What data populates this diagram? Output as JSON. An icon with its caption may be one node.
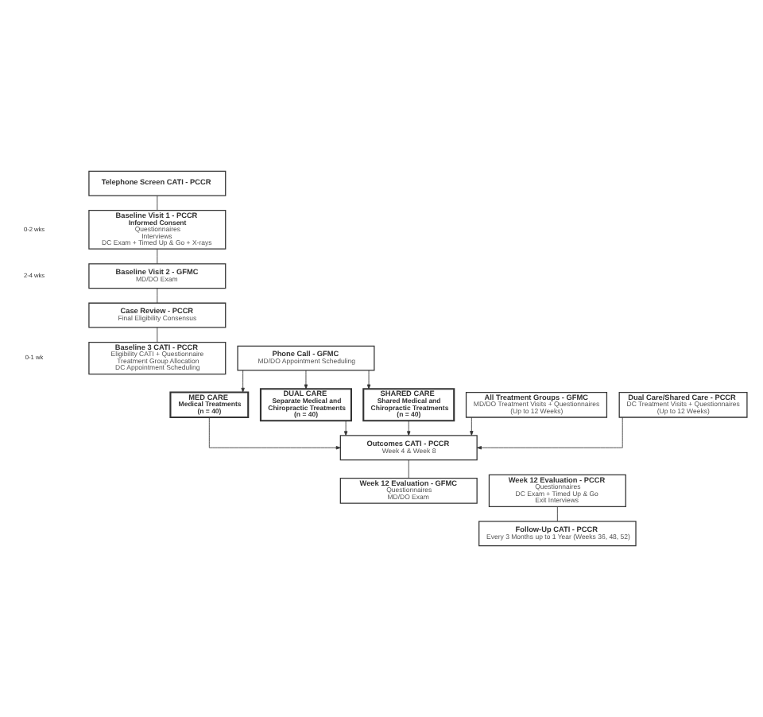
{
  "diagram": {
    "nodes": [
      {
        "text": [
          "Telephone Screen CATI - PCCR"
        ]
      },
      {
        "text": [
          "Baseline Visit 1 - PCCR",
          "Informed Consent",
          "Questionnaires",
          "Interviews",
          "DC Exam + Timed Up & Go + X-rays"
        ]
      },
      {
        "text": [
          "Baseline Visit 2 - GFMC",
          "MD/DO Exam"
        ]
      },
      {
        "text": [
          "Case Review - PCCR",
          "Final Eligibility Consensus"
        ]
      },
      {
        "text": [
          "Baseline 3 CATI - PCCR",
          "Eligibility CATI + Questionnaire",
          "Treatment Group Allocation",
          "DC Appointment Scheduling"
        ]
      },
      {
        "text": [
          "Phone Call - GFMC",
          "MD/DO Appointment Scheduling"
        ]
      },
      {
        "text": [
          "MED CARE",
          "Medical Treatments",
          "(n = 40)"
        ]
      },
      {
        "text": [
          "DUAL CARE",
          "Separate Medical and Chiropractic Treatments",
          "(n = 40)"
        ]
      },
      {
        "text": [
          "SHARED CARE",
          "Shared Medical and Chiropractic Treatments",
          "(n = 40)"
        ]
      },
      {
        "text": [
          "All Treatment Groups - GFMC",
          "MD/DO Treatment Visits + Questionnaires",
          "(Up to 12 Weeks)"
        ]
      },
      {
        "text": [
          "Dual Care/Shared Care - PCCR",
          "DC Treatment Visits + Questionnaires",
          "(Up to 12 Weeks)"
        ]
      },
      {
        "text": [
          "Outcomes CATI - PCCR",
          "Week 4 & Week 8"
        ]
      },
      {
        "text": [
          "Week 12 Evaluation - GFMC",
          "Questionnaires",
          "MD/DO Exam"
        ]
      },
      {
        "text": [
          "Week 12 Evaluation - PCCR",
          "Questionnaires",
          "DC Exam + Timed Up & Go",
          "Exit Interviews"
        ]
      },
      {
        "text": [
          "Follow-Up CATI - PCCR",
          "Every 3 Months up to 1 Year (Weeks 36, 48, 52)"
        ]
      }
    ],
    "edges": [
      {
        "from": 0,
        "to": 1,
        "arrow": "none"
      },
      {
        "from": 1,
        "to": 2,
        "arrow": "none"
      },
      {
        "from": 2,
        "to": 3,
        "arrow": "none"
      },
      {
        "from": 3,
        "to": 4,
        "arrow": "none"
      },
      {
        "from": 5,
        "to": 6,
        "arrow": "to"
      },
      {
        "from": 5,
        "to": 7,
        "arrow": "to"
      },
      {
        "from": 5,
        "to": 8,
        "arrow": "to"
      },
      {
        "from": 6,
        "to": 11,
        "arrow": "to"
      },
      {
        "from": 7,
        "to": 11,
        "arrow": "to"
      },
      {
        "from": 8,
        "to": 11,
        "arrow": "to"
      },
      {
        "from": 9,
        "to": 11,
        "arrow": "to"
      },
      {
        "from": 10,
        "to": 11,
        "arrow": "to"
      },
      {
        "from": 11,
        "to": 12,
        "arrow": "none"
      },
      {
        "from": 13,
        "to": 14,
        "arrow": "none"
      }
    ],
    "labels": [
      "0-2 wks",
      "2-4 wks",
      "0-1 wk"
    ]
  }
}
